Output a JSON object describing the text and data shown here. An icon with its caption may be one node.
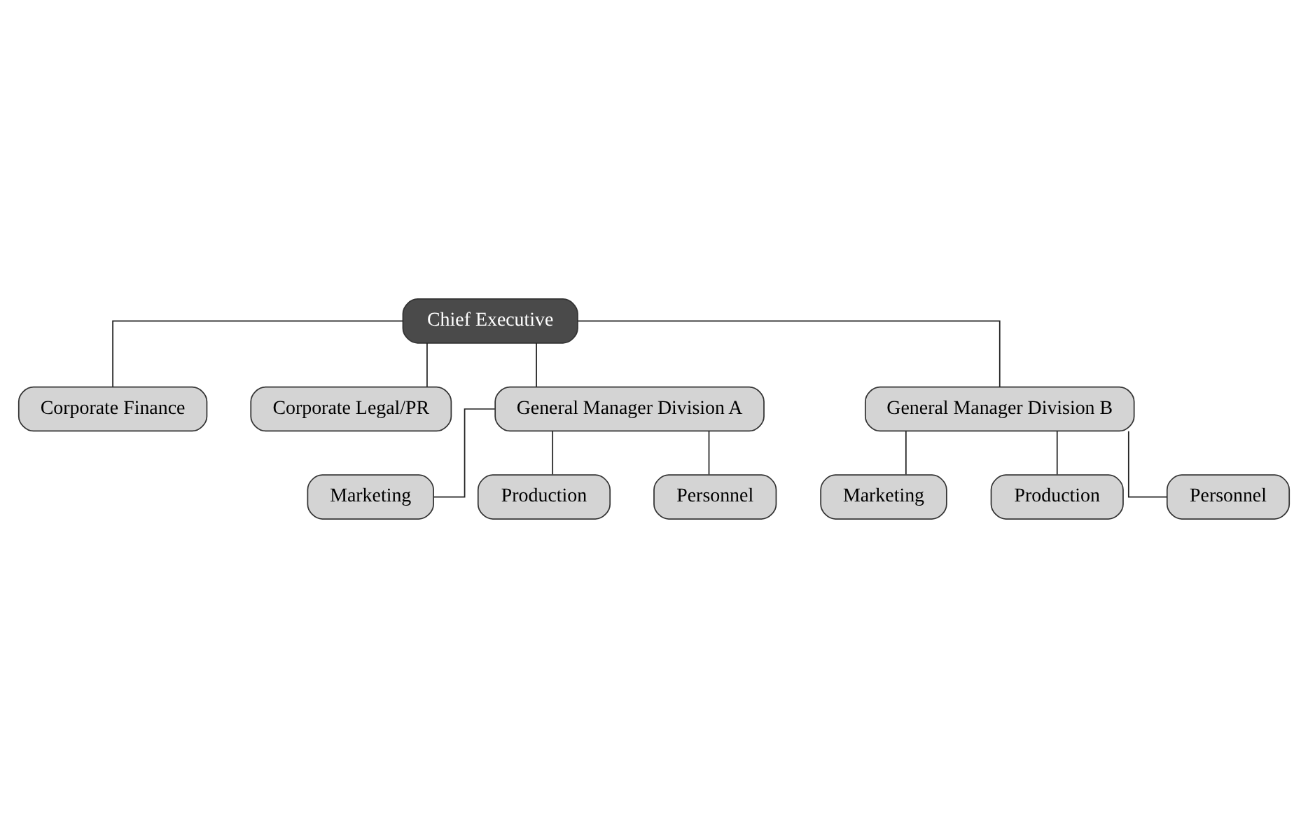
{
  "diagram": {
    "nodes": [
      {
        "text": [
          "Chief Executive"
        ]
      },
      {
        "text": [
          "Corporate Finance"
        ]
      },
      {
        "text": [
          "Corporate Legal/PR"
        ]
      },
      {
        "text": [
          "General Manager Division A"
        ]
      },
      {
        "text": [
          "General Manager Division B"
        ]
      },
      {
        "text": [
          "Marketing"
        ]
      },
      {
        "text": [
          "Production"
        ]
      },
      {
        "text": [
          "Personnel"
        ]
      },
      {
        "text": [
          "Marketing"
        ]
      },
      {
        "text": [
          "Production"
        ]
      },
      {
        "text": [
          "Personnel"
        ]
      }
    ],
    "edges": [
      {
        "from": 0,
        "to": 1,
        "arrow": "none"
      },
      {
        "from": 0,
        "to": 2,
        "arrow": "none"
      },
      {
        "from": 0,
        "to": 3,
        "arrow": "none"
      },
      {
        "from": 0,
        "to": 4,
        "arrow": "none"
      },
      {
        "from": 3,
        "to": 5,
        "arrow": "none"
      },
      {
        "from": 3,
        "to": 6,
        "arrow": "none"
      },
      {
        "from": 3,
        "to": 7,
        "arrow": "none"
      },
      {
        "from": 4,
        "to": 8,
        "arrow": "none"
      },
      {
        "from": 4,
        "to": 9,
        "arrow": "none"
      },
      {
        "from": 4,
        "to": 10,
        "arrow": "none"
      }
    ]
  }
}
